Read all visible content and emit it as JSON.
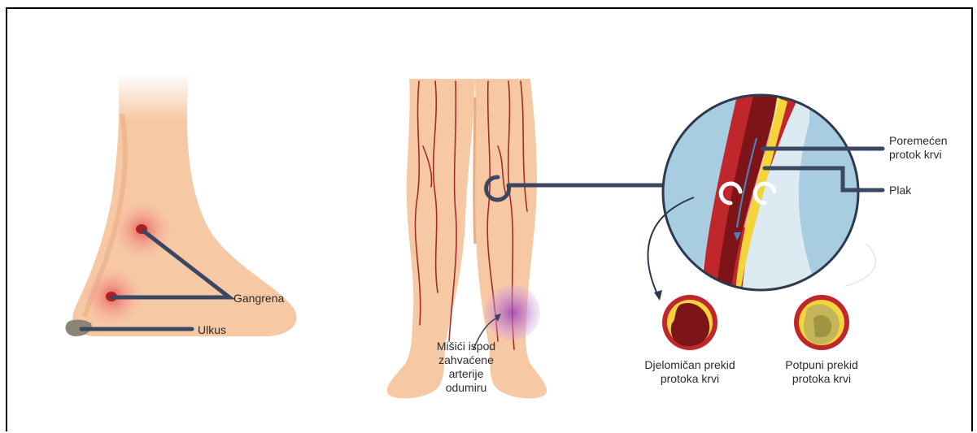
{
  "labels": {
    "gangrene": "Gangrena",
    "ulcer": "Ulkus",
    "muscles_line1": "Mišići ispod",
    "muscles_line2": "zahvaćene",
    "muscles_line3": "arterije",
    "muscles_line4": "odumiru",
    "disturbed_line1": "Poremećen",
    "disturbed_line2": "protok krvi",
    "plaque": "Plak",
    "partial_line1": "Djelomičan prekid",
    "partial_line2": "protoka krvi",
    "total_line1": "Potpuni prekid",
    "total_line2": "protoka krvi"
  },
  "colors": {
    "skin": "#f6c9a4",
    "skin_shade": "#e9ab7f",
    "vein": "#a52a2a",
    "callout_line": "#3b4660",
    "artery_wall": "#c0272d",
    "artery_dark": "#7d1518",
    "plaque": "#f3d43b",
    "tissue_blue": "#a8cde0",
    "wound_red": "#d93a3a",
    "muscle_purple": "#b66cc4"
  }
}
